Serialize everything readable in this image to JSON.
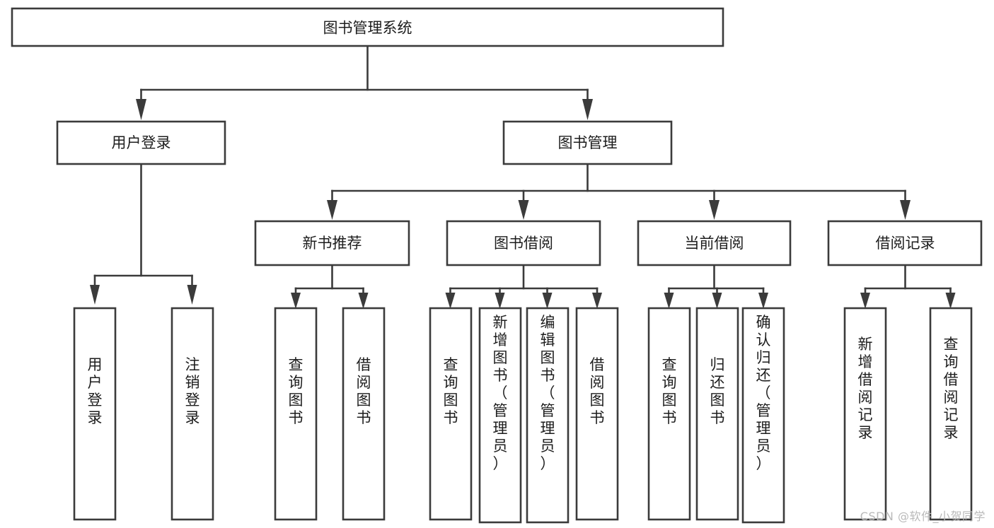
{
  "diagram": {
    "type": "tree-hierarchy",
    "orientation": "top-down",
    "root": {
      "id": "root",
      "label": "图书管理系统",
      "orientation": "horizontal"
    },
    "level2": [
      {
        "id": "user-login",
        "label": "用户登录",
        "orientation": "horizontal"
      },
      {
        "id": "book-management",
        "label": "图书管理",
        "orientation": "horizontal"
      }
    ],
    "level3": [
      {
        "id": "new-book-recommend",
        "label": "新书推荐",
        "orientation": "horizontal",
        "parent": "book-management"
      },
      {
        "id": "book-borrow",
        "label": "图书借阅",
        "orientation": "horizontal",
        "parent": "book-management"
      },
      {
        "id": "current-borrow",
        "label": "当前借阅",
        "orientation": "horizontal",
        "parent": "book-management"
      },
      {
        "id": "borrow-record",
        "label": "借阅记录",
        "orientation": "horizontal",
        "parent": "book-management"
      }
    ],
    "leaves": [
      {
        "id": "leaf-user-login",
        "label": "用户登录",
        "orientation": "vertical",
        "parent": "user-login"
      },
      {
        "id": "leaf-logout-login",
        "label": "注销登录",
        "orientation": "vertical",
        "parent": "user-login"
      },
      {
        "id": "leaf-query-book-1",
        "label": "查询图书",
        "orientation": "vertical",
        "parent": "new-book-recommend"
      },
      {
        "id": "leaf-borrow-book-1",
        "label": "借阅图书",
        "orientation": "vertical",
        "parent": "new-book-recommend"
      },
      {
        "id": "leaf-query-book-2",
        "label": "查询图书",
        "orientation": "vertical",
        "parent": "book-borrow"
      },
      {
        "id": "leaf-add-book",
        "label": "新增图书（管理员）",
        "orientation": "vertical",
        "parent": "book-borrow"
      },
      {
        "id": "leaf-edit-book",
        "label": "编辑图书（管理员）",
        "orientation": "vertical",
        "parent": "book-borrow"
      },
      {
        "id": "leaf-borrow-book-2",
        "label": "借阅图书",
        "orientation": "vertical",
        "parent": "book-borrow"
      },
      {
        "id": "leaf-query-book-3",
        "label": "查询图书",
        "orientation": "vertical",
        "parent": "current-borrow"
      },
      {
        "id": "leaf-return-book",
        "label": "归还图书",
        "orientation": "vertical",
        "parent": "current-borrow"
      },
      {
        "id": "leaf-confirm-return",
        "label": "确认归还（管理员）",
        "orientation": "vertical",
        "parent": "current-borrow"
      },
      {
        "id": "leaf-add-record",
        "label": "新增借阅记录",
        "orientation": "vertical",
        "parent": "borrow-record"
      },
      {
        "id": "leaf-query-record",
        "label": "查询借阅记录",
        "orientation": "vertical",
        "parent": "borrow-record"
      }
    ]
  },
  "watermark": {
    "label": "CSDN @软件_小贺同学"
  },
  "colors": {
    "stroke": "#3b3b3b",
    "fill": "#ffffff",
    "text": "#1d1d1d",
    "watermark": "#b9b9b9",
    "background": "#ffffff"
  }
}
